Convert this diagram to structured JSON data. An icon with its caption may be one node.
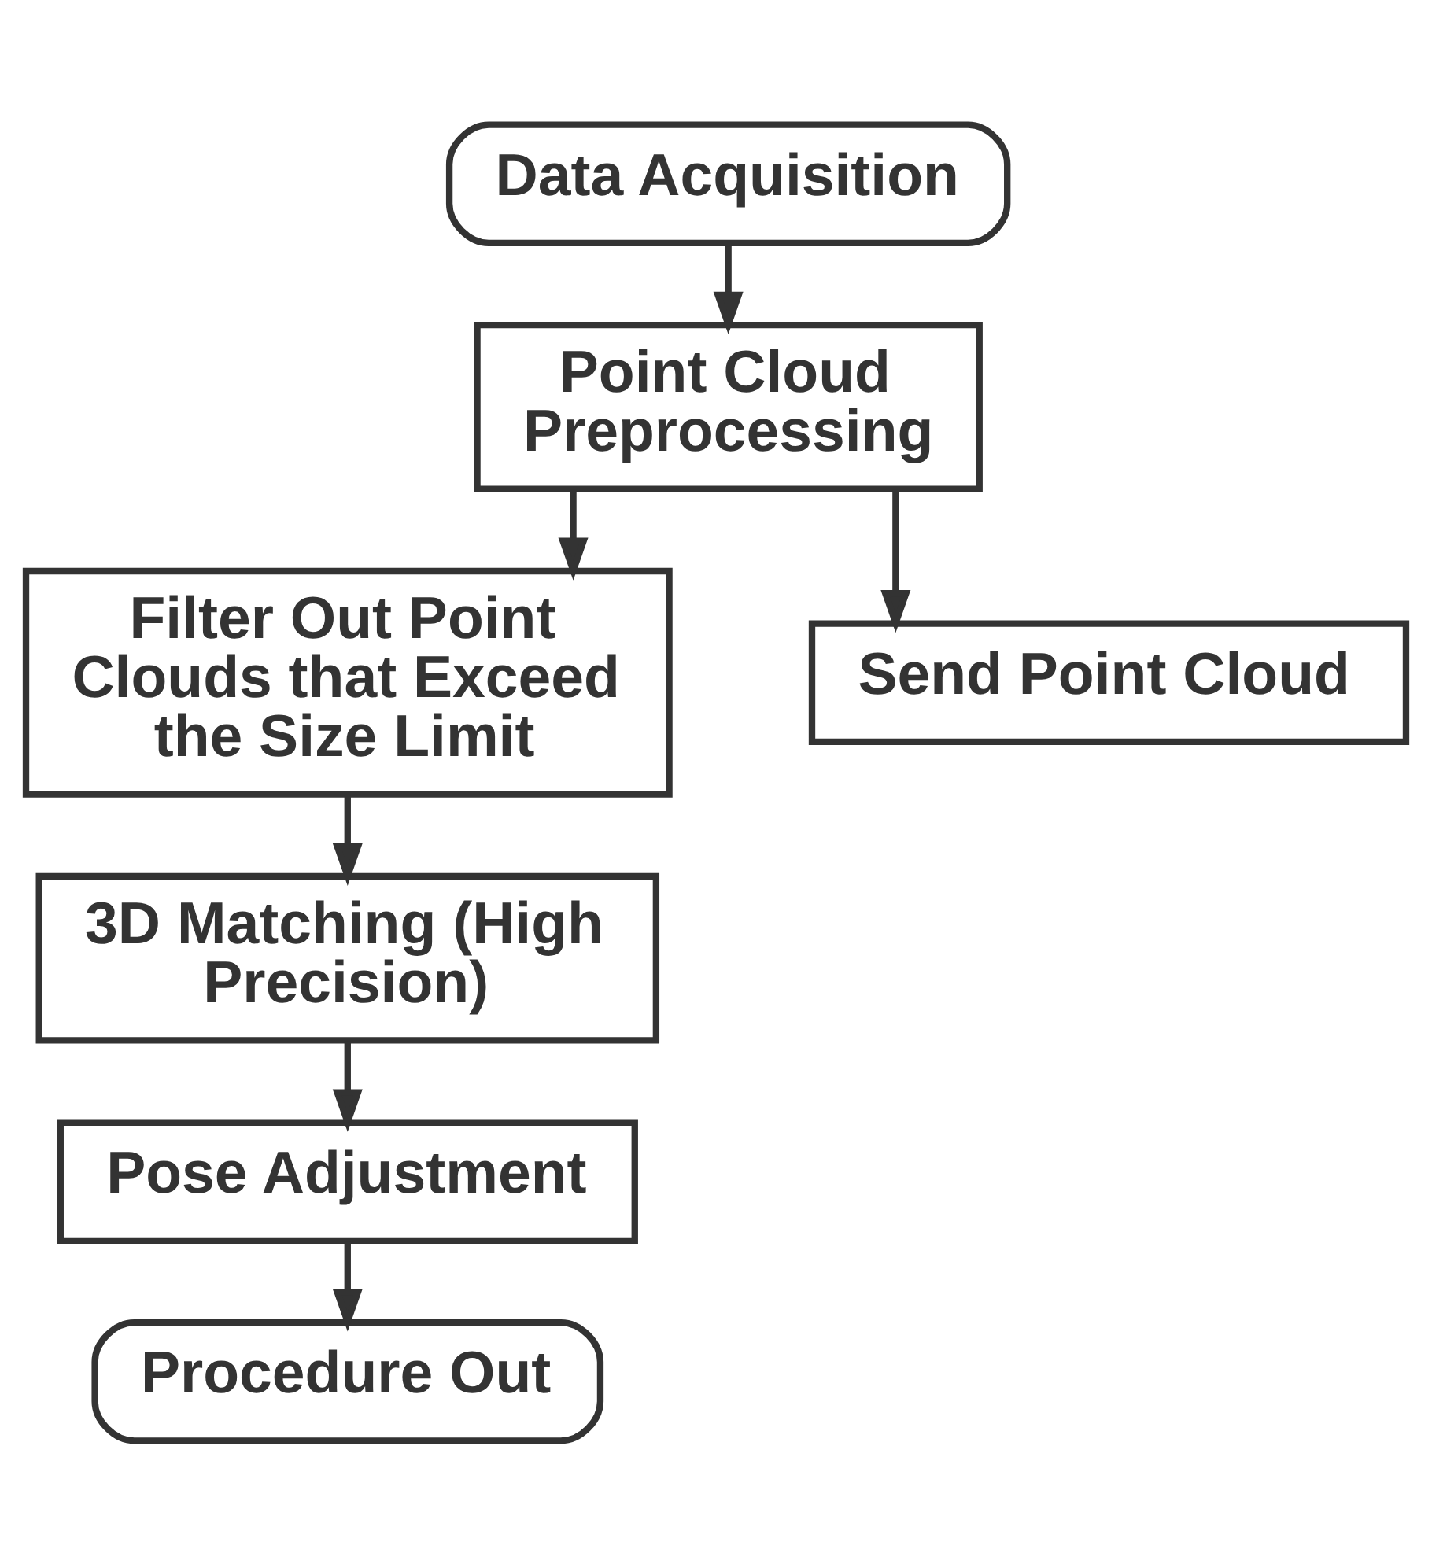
{
  "diagram": {
    "nodes": [
      {
        "text": [
          "Data Acquisition"
        ]
      },
      {
        "text": [
          "Point Cloud Preprocessing"
        ]
      },
      {
        "text": [
          "Filter Out Point Clouds that Exceed the Size Limit"
        ]
      },
      {
        "text": [
          "Send Point Cloud"
        ]
      },
      {
        "text": [
          "3D Matching (High Precision)"
        ]
      },
      {
        "text": [
          "Pose Adjustment"
        ]
      },
      {
        "text": [
          "Procedure Out"
        ]
      }
    ],
    "edges": [
      {
        "from": 0,
        "to": 1,
        "arrow": "to"
      },
      {
        "from": 1,
        "to": 2,
        "arrow": "to"
      },
      {
        "from": 1,
        "to": 3,
        "arrow": "to"
      },
      {
        "from": 2,
        "to": 4,
        "arrow": "to"
      },
      {
        "from": 4,
        "to": 5,
        "arrow": "to"
      },
      {
        "from": 5,
        "to": 6,
        "arrow": "to"
      }
    ]
  }
}
